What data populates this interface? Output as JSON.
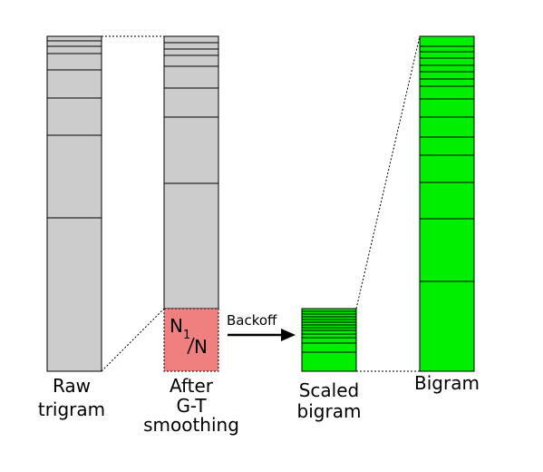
{
  "labels": {
    "raw_line1": "Raw",
    "raw_line2": "trigram",
    "after_line1": "After",
    "after_line2": "G-T",
    "after_line3": "smoothing",
    "scaled_line1": "Scaled",
    "scaled_line2": "bigram",
    "bigram": "Bigram",
    "backoff": "Backoff",
    "n1_sub": "1",
    "n1_n": "N",
    "n1_denominator": "N"
  },
  "colors": {
    "trigram_fill": "#cccccc",
    "leftover_fill": "#f08080",
    "bigram_fill": "#00ee00",
    "stroke": "#000000"
  }
}
